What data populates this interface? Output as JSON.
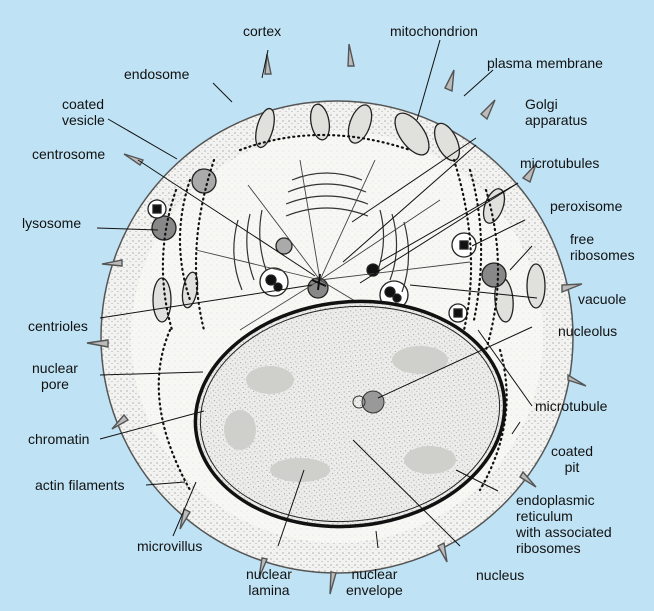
{
  "colors": {
    "background": "#bfe3f5",
    "cytoplasm": "#f2f2f0",
    "nucleus": "#e9e9e6",
    "ink": "#111111"
  },
  "labels": {
    "cortex": "cortex",
    "mitochondrion": "mitochondrion",
    "plasma_membrane": "plasma membrane",
    "endosome": "endosome",
    "coated_vesicle": "coated\nvesicle",
    "golgi_apparatus": "Golgi\napparatus",
    "centrosome": "centrosome",
    "microtubules": "microtubules",
    "peroxisome": "peroxisome",
    "lysosome": "lysosome",
    "free_ribosomes": "free\nribosomes",
    "vacuole": "vacuole",
    "centrioles": "centrioles",
    "nucleolus": "nucleolus",
    "nuclear_pore": "nuclear\npore",
    "microtubule": "microtubule",
    "chromatin": "chromatin",
    "coated_pit": "coated\npit",
    "actin_filaments": "actin filaments",
    "endoplasmic_reticulum": "endoplasmic\nreticulum\nwith associated\nribosomes",
    "microvillus": "microvillus",
    "nuclear_lamina": "nuclear\nlamina",
    "nuclear_envelope": "nuclear\nenvelope",
    "nucleus": "nucleus"
  }
}
